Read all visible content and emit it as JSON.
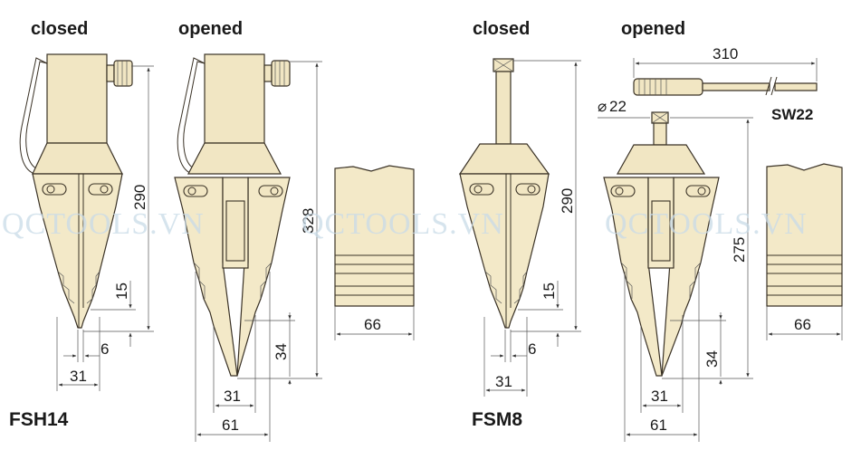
{
  "headers": {
    "fsh_closed": "closed",
    "fsh_opened": "opened",
    "fsm_closed": "closed",
    "fsm_opened": "opened"
  },
  "models": {
    "fsh": "FSH14",
    "fsm": "FSM8"
  },
  "dimensions": {
    "fsh_height": "290",
    "fsh_tip": "15",
    "fsh_tip_width": "6",
    "fsh_width": "31",
    "fsh_open_height": "328",
    "fsh_open_tip": "34",
    "fsh_open_inner": "31",
    "fsh_open_outer": "61",
    "fsh_side_width": "66",
    "fsm_height": "290",
    "fsm_tip": "15",
    "fsm_tip_width": "6",
    "fsm_width": "31",
    "fsm_wrench_length": "310",
    "fsm_drive": "22",
    "fsm_wrench": "SW22",
    "fsm_open_height": "275",
    "fsm_open_tip": "34",
    "fsm_open_inner": "31",
    "fsm_open_outer": "61",
    "fsm_side_width": "66"
  },
  "watermark": "QCTOOLS.VN"
}
